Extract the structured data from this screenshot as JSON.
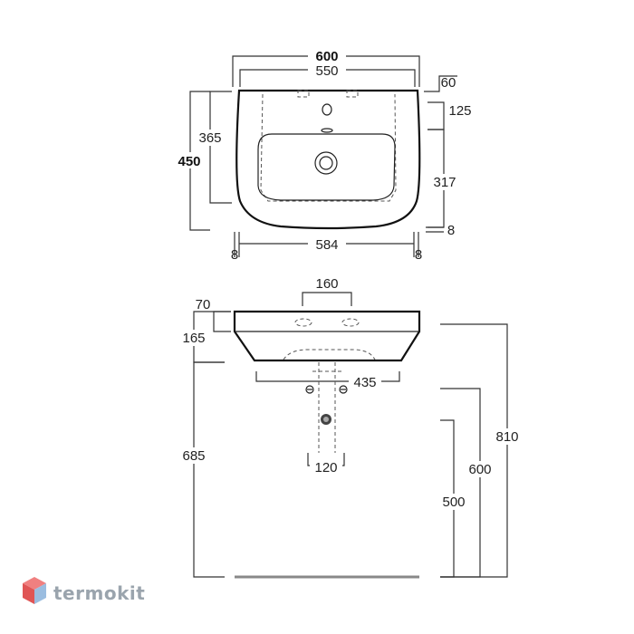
{
  "top_view": {
    "width_overall": "600",
    "width_inner": "550",
    "depth_overall": "450",
    "depth_front": "365",
    "tap_offset": "60",
    "tap_to_bowl": "125",
    "bowl_depth": "317",
    "front_rim": "8",
    "bottom_width": "584",
    "side_left": "8",
    "side_right": "8"
  },
  "front_view": {
    "tap_spacing": "160",
    "rim_height": "70",
    "body_height": "165",
    "base_width": "435",
    "waste_width": "120",
    "floor_to_bottom": "685",
    "height_810": "810",
    "height_600": "600",
    "height_500": "500"
  },
  "logo": {
    "text": "termokit",
    "colors": {
      "top": "#f08080",
      "left": "#e05555",
      "right": "#9bbde0"
    }
  }
}
